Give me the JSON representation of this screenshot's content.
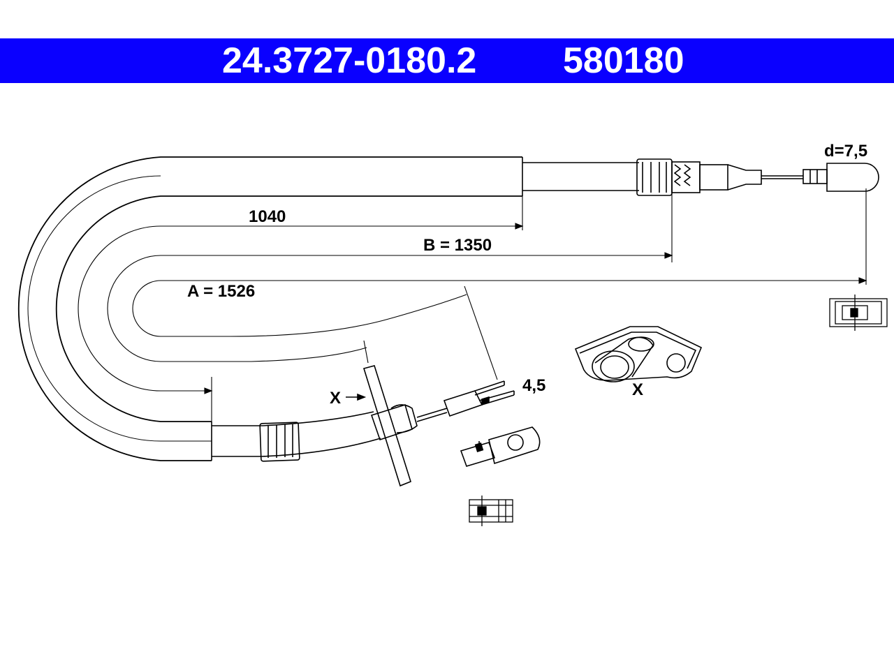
{
  "header": {
    "part_number": "24.3727-0180.2",
    "ref_number": "580180",
    "bg_color": "#0a00ff"
  },
  "dimensions": {
    "d": "d=7,5",
    "len_1040": "1040",
    "len_b": "B = 1350",
    "len_a": "A = 1526",
    "width_45": "4,5"
  },
  "markers": {
    "x_arrow": "X",
    "x_detail": "X"
  }
}
